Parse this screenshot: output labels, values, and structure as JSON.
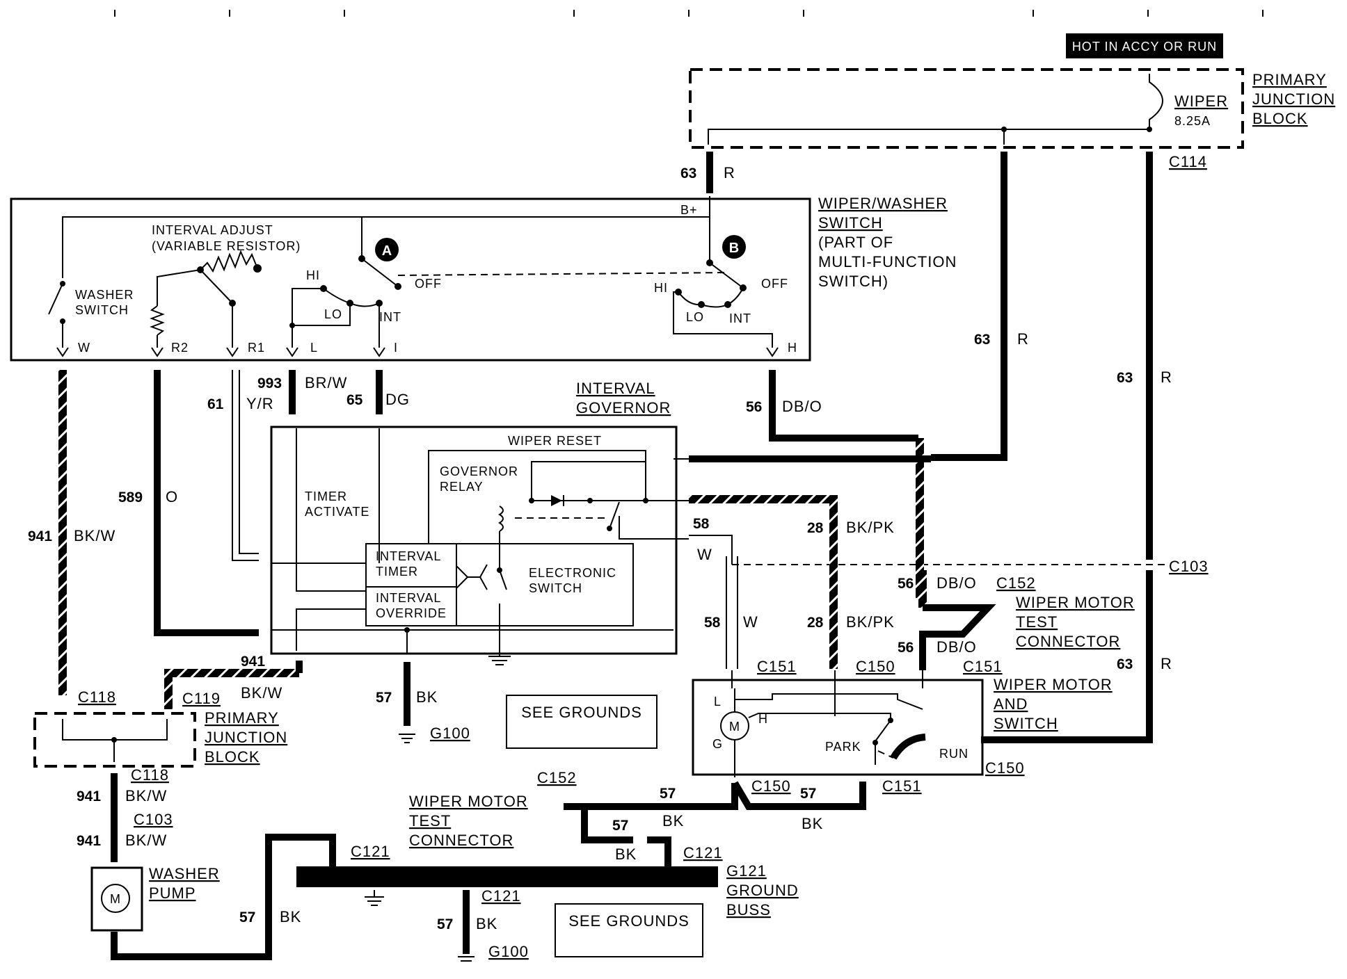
{
  "hot_label": "HOT IN ACCY OR RUN",
  "pjb_top": {
    "title_1": "PRIMARY",
    "title_2": "JUNCTION",
    "title_3": "BLOCK",
    "fuse_name": "WIPER",
    "fuse_rating": "8.25A"
  },
  "switch": {
    "title_1": "WIPER/WASHER",
    "title_2": "SWITCH",
    "title_3": "(PART OF",
    "title_4": "MULTI-FUNCTION",
    "title_5": "SWITCH)",
    "interval_adjust_1": "INTERVAL ADJUST",
    "interval_adjust_2": "(VARIABLE RESISTOR)",
    "washer_switch_1": "WASHER",
    "washer_switch_2": "SWITCH",
    "bplus": "B+",
    "marker_a": "A",
    "marker_b": "B",
    "hi": "HI",
    "lo": "LO",
    "int": "INT",
    "off": "OFF",
    "pin_w": "W",
    "pin_r2": "R2",
    "pin_r1": "R1",
    "pin_l": "L",
    "pin_i": "I",
    "pin_h": "H"
  },
  "governor": {
    "title_1": "INTERVAL",
    "title_2": "GOVERNOR",
    "wiper_reset": "WIPER RESET",
    "relay_1": "GOVERNOR",
    "relay_2": "RELAY",
    "timer_1": "TIMER",
    "timer_2": "ACTIVATE",
    "itimer_1": "INTERVAL",
    "itimer_2": "TIMER",
    "ioverride_1": "INTERVAL",
    "ioverride_2": "OVERRIDE",
    "eswitch_1": "ELECTRONIC",
    "eswitch_2": "SWITCH"
  },
  "motor": {
    "title_1": "WIPER MOTOR",
    "title_2": "AND",
    "title_3": "SWITCH",
    "l": "L",
    "h": "H",
    "g": "G",
    "m": "M",
    "park": "PARK",
    "run": "RUN"
  },
  "test_conn": {
    "title_1": "WIPER MOTOR",
    "title_2": "TEST",
    "title_3": "CONNECTOR"
  },
  "pjb_bottom": {
    "title_1": "PRIMARY",
    "title_2": "JUNCTION",
    "title_3": "BLOCK"
  },
  "washer_pump": {
    "title_1": "WASHER",
    "title_2": "PUMP",
    "m": "M"
  },
  "ground_buss": {
    "g": "G121",
    "t1": "GROUND",
    "t2": "BUSS"
  },
  "see_grounds": "SEE GROUNDS",
  "wires": {
    "w63": "63",
    "r": "R",
    "w993": "993",
    "brw": "BR/W",
    "w65": "65",
    "dg": "DG",
    "w61": "61",
    "yr": "Y/R",
    "w56": "56",
    "dbo": "DB/O",
    "w589": "589",
    "o": "O",
    "w941": "941",
    "bkw": "BK/W",
    "w58": "58",
    "w": "W",
    "w28": "28",
    "bkpk": "BK/PK",
    "w57": "57",
    "bk": "BK"
  },
  "connectors": {
    "c114": "C114",
    "c103": "C103",
    "c152": "C152",
    "c151": "C151",
    "c150": "C150",
    "c118": "C118",
    "c119": "C119",
    "c121": "C121",
    "g100": "G100"
  }
}
